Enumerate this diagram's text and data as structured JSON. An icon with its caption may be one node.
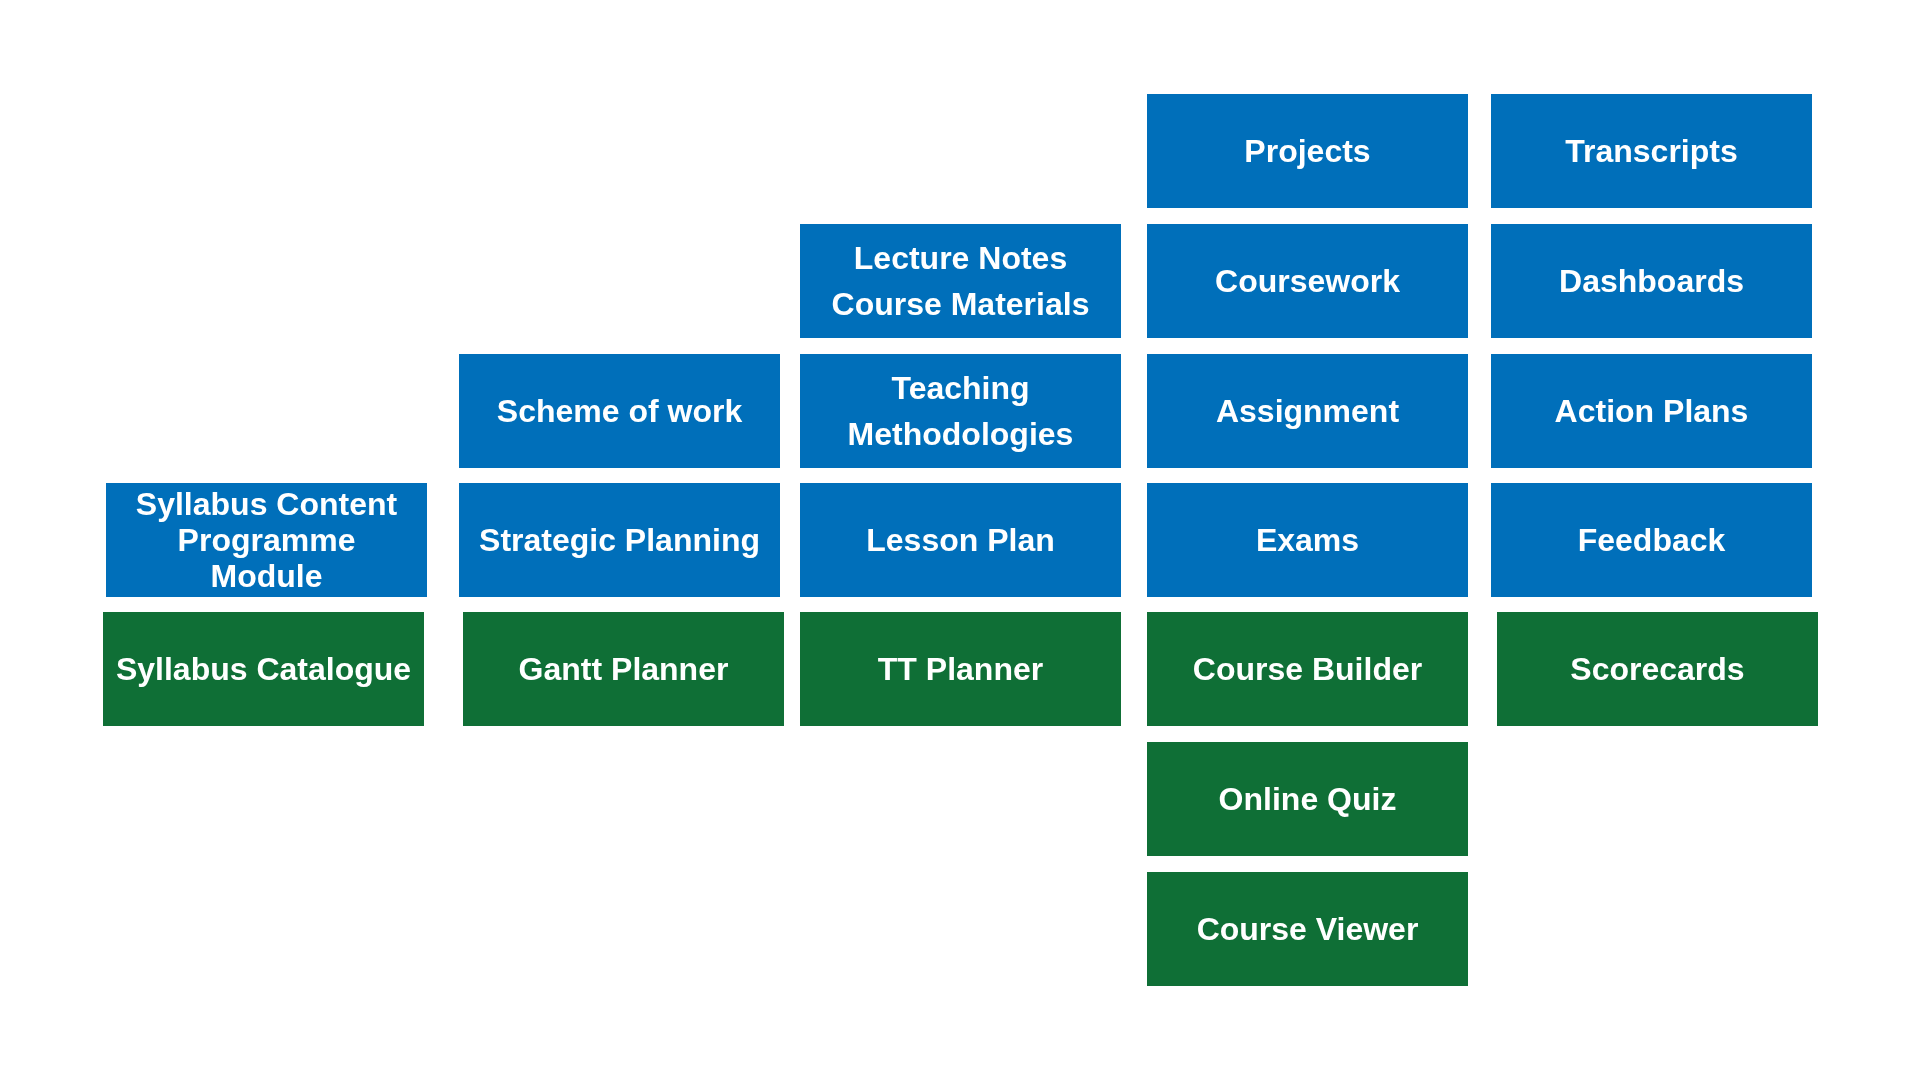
{
  "diagram": {
    "nodes": [
      {
        "text": [
          "Projects"
        ]
      },
      {
        "text": [
          "Transcripts"
        ]
      },
      {
        "text": [
          "Lecture Notes Course Materials"
        ]
      },
      {
        "text": [
          "Coursework"
        ]
      },
      {
        "text": [
          "Dashboards"
        ]
      },
      {
        "text": [
          "Scheme of work"
        ]
      },
      {
        "text": [
          "Teaching Methodologies"
        ]
      },
      {
        "text": [
          "Assignment"
        ]
      },
      {
        "text": [
          "Action Plans"
        ]
      },
      {
        "text": [
          "Syllabus Content Programme Module"
        ]
      },
      {
        "text": [
          "Strategic Planning"
        ]
      },
      {
        "text": [
          "Lesson Plan"
        ]
      },
      {
        "text": [
          "Exams"
        ]
      },
      {
        "text": [
          "Feedback"
        ]
      },
      {
        "text": [
          "Syllabus Catalogue"
        ]
      },
      {
        "text": [
          "Gantt Planner"
        ]
      },
      {
        "text": [
          "TT Planner"
        ]
      },
      {
        "text": [
          "Course Builder"
        ]
      },
      {
        "text": [
          "Scorecards"
        ]
      },
      {
        "text": [
          "Online Quiz"
        ]
      },
      {
        "text": [
          "Course Viewer"
        ]
      }
    ]
  }
}
